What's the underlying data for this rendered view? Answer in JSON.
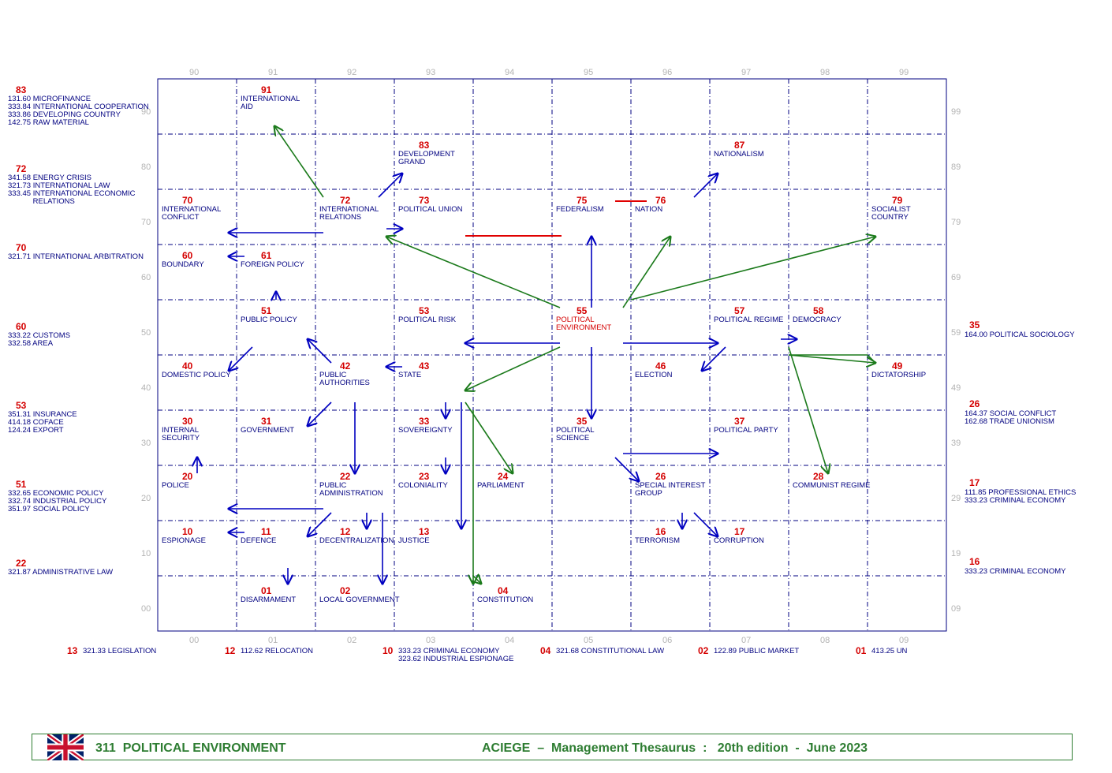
{
  "grid": {
    "top_cols": [
      "90",
      "91",
      "92",
      "93",
      "94",
      "95",
      "96",
      "97",
      "98",
      "99"
    ],
    "bottom_cols": [
      "00",
      "01",
      "02",
      "03",
      "04",
      "05",
      "06",
      "07",
      "08",
      "09"
    ],
    "left_rows": [
      "90",
      "80",
      "70",
      "60",
      "50",
      "40",
      "30",
      "20",
      "10",
      "00"
    ],
    "right_rows": [
      "99",
      "89",
      "79",
      "69",
      "59",
      "49",
      "39",
      "29",
      "19",
      "09"
    ]
  },
  "nodes": [
    {
      "num": "91",
      "label": "INTERNATIONAL\nAID"
    },
    {
      "num": "83",
      "label": "DEVELOPMENT\nGRAND"
    },
    {
      "num": "87",
      "label": "NATIONALISM"
    },
    {
      "num": "70",
      "label": "INTERNATIONAL\nCONFLICT"
    },
    {
      "num": "72",
      "label": "INTERNATIONAL\nRELATIONS"
    },
    {
      "num": "73",
      "label": "POLITICAL UNION"
    },
    {
      "num": "75",
      "label": "FEDERALISM"
    },
    {
      "num": "76",
      "label": "NATION"
    },
    {
      "num": "79",
      "label": "SOCIALIST\nCOUNTRY"
    },
    {
      "num": "60",
      "label": "BOUNDARY"
    },
    {
      "num": "61",
      "label": "FOREIGN POLICY"
    },
    {
      "num": "51",
      "label": "PUBLIC POLICY"
    },
    {
      "num": "53",
      "label": "POLITICAL RISK"
    },
    {
      "num": "55",
      "label": "POLITICAL\nENVIRONMENT"
    },
    {
      "num": "57",
      "label": "POLITICAL REGIME"
    },
    {
      "num": "58",
      "label": "DEMOCRACY"
    },
    {
      "num": "40",
      "label": "DOMESTIC POLICY"
    },
    {
      "num": "42",
      "label": "PUBLIC\nAUTHORITIES"
    },
    {
      "num": "43",
      "label": "STATE"
    },
    {
      "num": "46",
      "label": "ELECTION"
    },
    {
      "num": "49",
      "label": "DICTATORSHIP"
    },
    {
      "num": "30",
      "label": "INTERNAL\nSECURITY"
    },
    {
      "num": "31",
      "label": "GOVERNMENT"
    },
    {
      "num": "33",
      "label": "SOVEREIGNTY"
    },
    {
      "num": "35",
      "label": "POLITICAL\nSCIENCE"
    },
    {
      "num": "37",
      "label": "POLITICAL PARTY"
    },
    {
      "num": "20",
      "label": "POLICE"
    },
    {
      "num": "22",
      "label": "PUBLIC\nADMINISTRATION"
    },
    {
      "num": "23",
      "label": "COLONIALITY"
    },
    {
      "num": "24",
      "label": "PARLIAMENT"
    },
    {
      "num": "26",
      "label": "SPECIAL INTEREST\nGROUP"
    },
    {
      "num": "28",
      "label": "COMMUNIST REGIME"
    },
    {
      "num": "10",
      "label": "ESPIONAGE"
    },
    {
      "num": "11",
      "label": "DEFENCE"
    },
    {
      "num": "12",
      "label": "DECENTRALIZATION"
    },
    {
      "num": "13",
      "label": "JUSTICE"
    },
    {
      "num": "16",
      "label": "TERRORISM"
    },
    {
      "num": "17",
      "label": "CORRUPTION"
    },
    {
      "num": "01",
      "label": "DISARMAMENT"
    },
    {
      "num": "02",
      "label": "LOCAL GOVERNMENT"
    },
    {
      "num": "04",
      "label": "CONSTITUTION"
    }
  ],
  "left_refs": [
    {
      "num": "83",
      "lines": "131.60 MICROFINANCE\n333.84 INTERNATIONAL COOPERATION\n333.86 DEVELOPING COUNTRY\n142.75 RAW MATERIAL"
    },
    {
      "num": "72",
      "lines": "341.58 ENERGY CRISIS\n321.73 INTERNATIONAL LAW\n333.45 INTERNATIONAL ECONOMIC\n            RELATIONS"
    },
    {
      "num": "70",
      "lines": "321.71 INTERNATIONAL ARBITRATION"
    },
    {
      "num": "60",
      "lines": "333.22 CUSTOMS\n332.58 AREA"
    },
    {
      "num": "53",
      "lines": "351.31 INSURANCE\n414.18 COFACE\n124.24 EXPORT"
    },
    {
      "num": "51",
      "lines": "332.65 ECONOMIC POLICY\n332.74 INDUSTRIAL POLICY\n351.97 SOCIAL POLICY"
    },
    {
      "num": "22",
      "lines": "321.87 ADMINISTRATIVE LAW"
    }
  ],
  "right_refs": [
    {
      "num": "35",
      "lines": "164.00 POLITICAL SOCIOLOGY"
    },
    {
      "num": "26",
      "lines": "164.37 SOCIAL CONFLICT\n162.68 TRADE UNIONISM"
    },
    {
      "num": "17",
      "lines": "111.85 PROFESSIONAL ETHICS\n333.23 CRIMINAL ECONOMY"
    },
    {
      "num": "16",
      "lines": "333.23 CRIMINAL ECONOMY"
    }
  ],
  "bottom_refs": [
    {
      "num": "13",
      "lines": "321.33 LEGISLATION"
    },
    {
      "num": "12",
      "lines": "112.62 RELOCATION"
    },
    {
      "num": "10",
      "lines": "333.23 CRIMINAL ECONOMY\n323.62 INDUSTRIAL ESPIONAGE"
    },
    {
      "num": "04",
      "lines": "321.68 CONSTITUTIONAL LAW"
    },
    {
      "num": "02",
      "lines": "122.89 PUBLIC MARKET"
    },
    {
      "num": "01",
      "lines": "413.25 UN"
    }
  ],
  "footer": {
    "title": "311  POLITICAL ENVIRONMENT",
    "subtitle": "ACIEGE  –  Management Thesaurus  :   20th edition  -  June 2023"
  },
  "colors": {
    "grid": "#000080",
    "node_num": "#d40000",
    "blue_arrow": "#0000c0",
    "green_arrow": "#1b7a1b",
    "red_line": "#e00000",
    "axis": "#b3b3b3",
    "footer": "#2e7d32"
  }
}
